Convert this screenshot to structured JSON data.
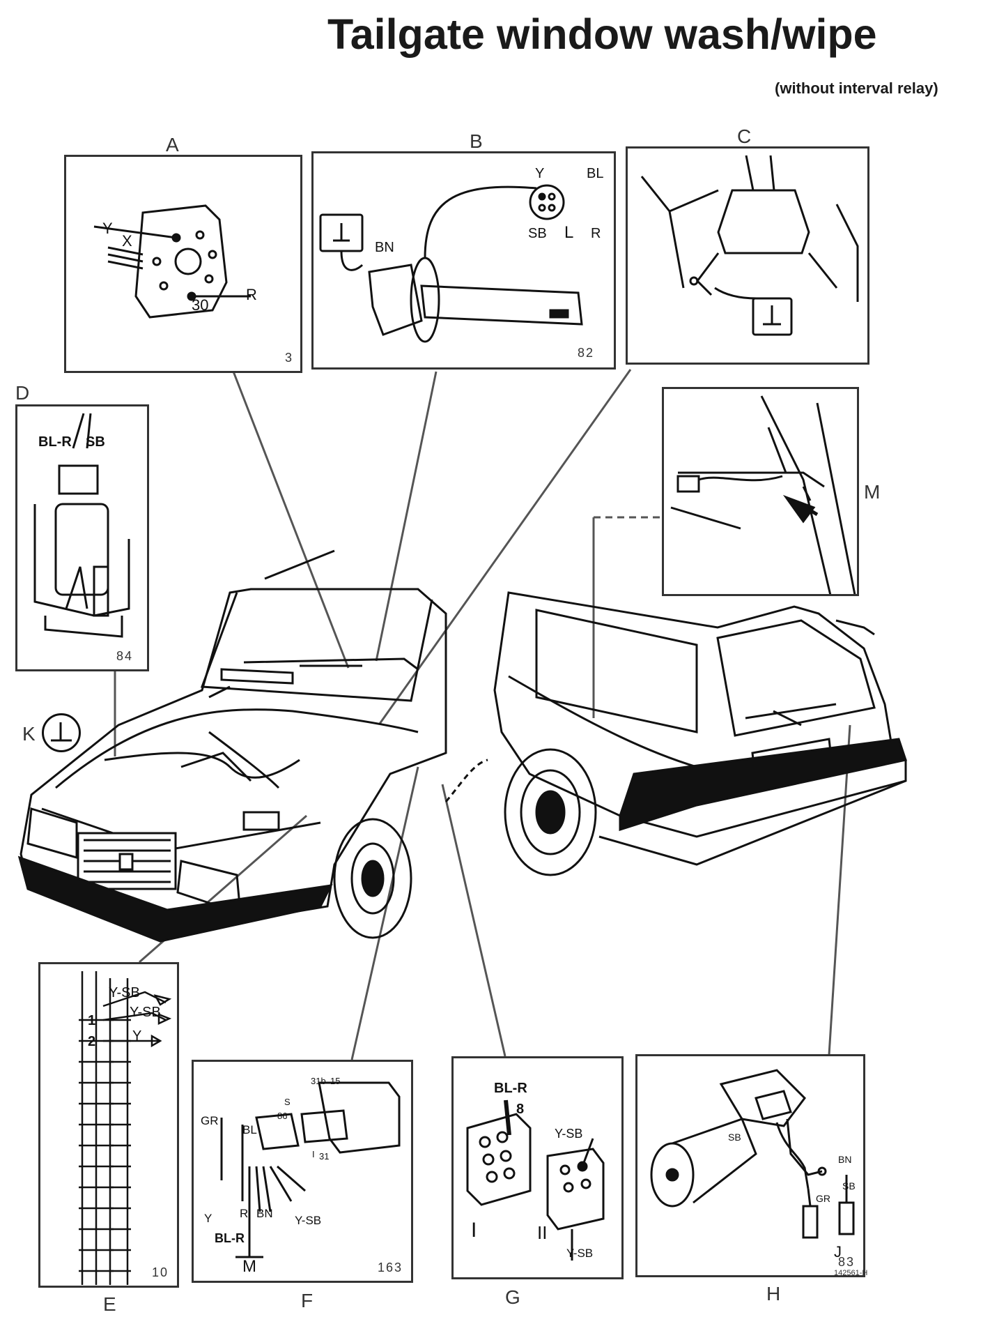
{
  "title": "Tailgate window wash/wipe",
  "subtitle": "(without interval relay)",
  "panels": {
    "A": {
      "label": "A",
      "num": "3",
      "wires": [
        "Y",
        "X",
        "30",
        "R"
      ]
    },
    "B": {
      "label": "B",
      "num": "82",
      "wires": [
        "Y",
        "BL",
        "SB",
        "L",
        "R",
        "BN"
      ]
    },
    "C": {
      "label": "C"
    },
    "D": {
      "label": "D",
      "num": "84",
      "wires": [
        "BL-R",
        "SB"
      ]
    },
    "E": {
      "label": "E",
      "num": "10",
      "wires": [
        "Y-SB",
        "Y-SB",
        "Y",
        "1",
        "2"
      ]
    },
    "F": {
      "label": "F",
      "num": "163",
      "wires": [
        "31b",
        "15",
        "S",
        "86",
        "31",
        "I",
        "GR",
        "BL",
        "Y",
        "R",
        "BN",
        "Y-SB",
        "BL-R",
        "M"
      ]
    },
    "G": {
      "label": "G",
      "wires": [
        "BL-R",
        "8",
        "Y-SB",
        "I",
        "II",
        "Y-SB"
      ]
    },
    "H": {
      "label": "H",
      "num": "83",
      "wires": [
        "SB",
        "BN",
        "GR",
        "SB",
        "J"
      ]
    },
    "K": {
      "label": "K"
    },
    "M": {
      "label": "M"
    }
  },
  "code": "142561-H"
}
